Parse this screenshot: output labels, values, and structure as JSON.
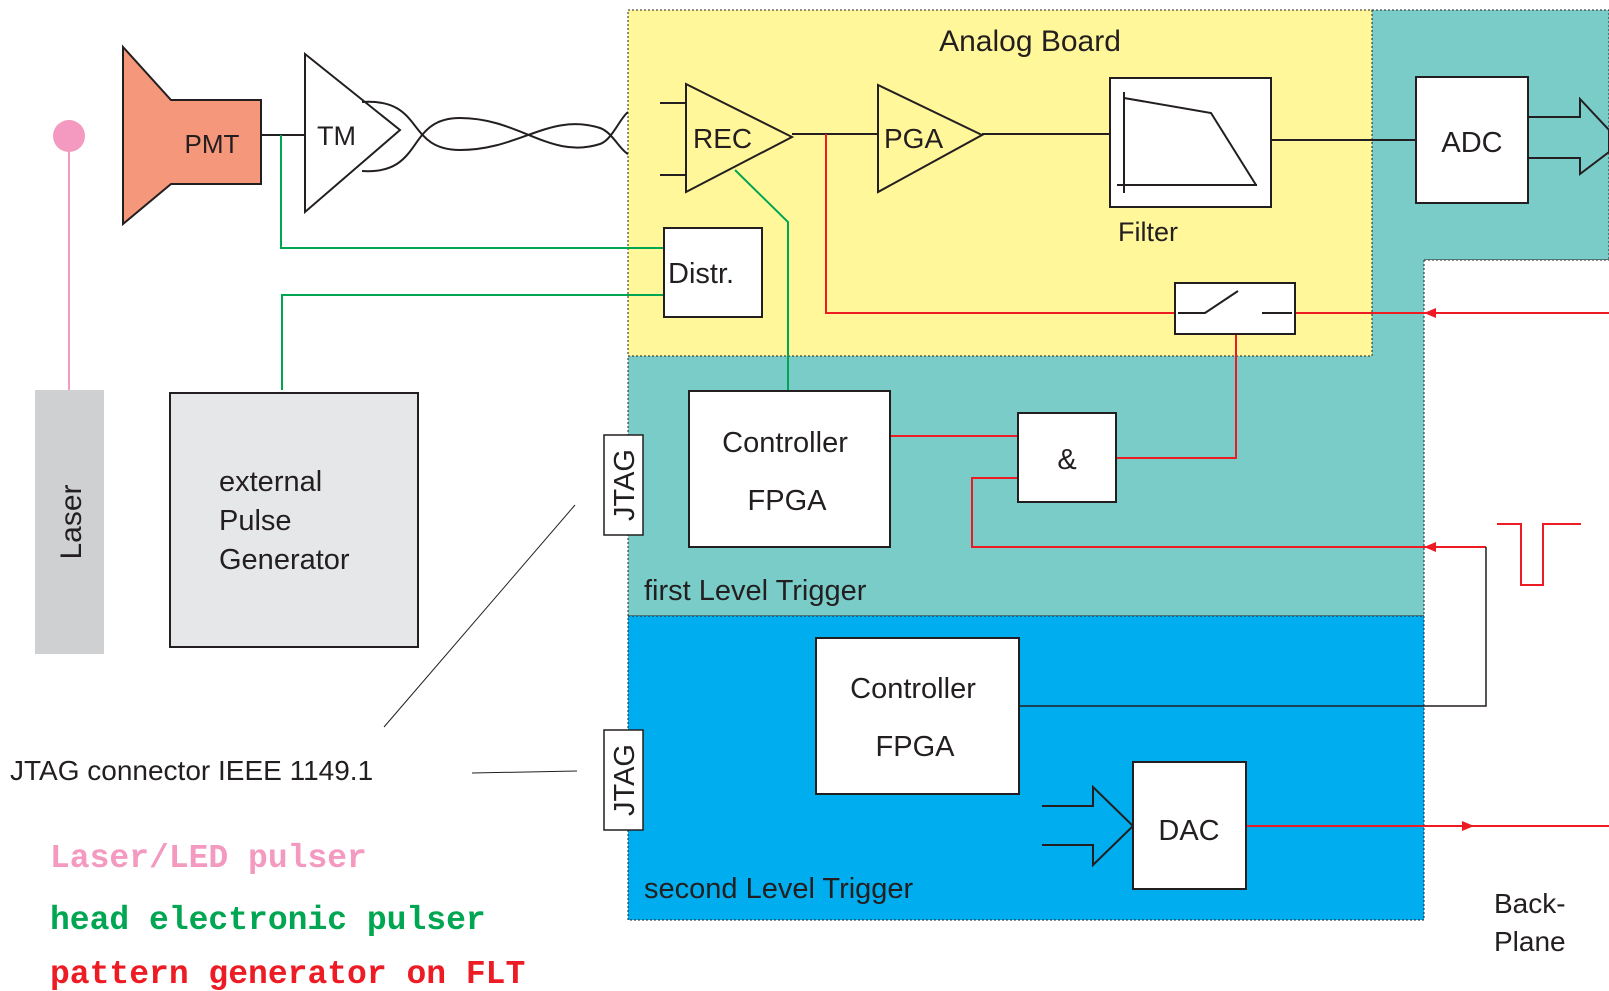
{
  "regions": {
    "analog_board": "Analog Board",
    "first_level_trigger": "first Level Trigger",
    "second_level_trigger": "second Level Trigger",
    "backplane_line1": "Back-",
    "backplane_line2": "Plane"
  },
  "blocks": {
    "pmt": "PMT",
    "tm": "TM",
    "rec": "REC",
    "pga": "PGA",
    "filter": "Filter",
    "adc": "ADC",
    "distr": "Distr.",
    "and_gate": "&",
    "controller_flt_line1": "Controller",
    "controller_flt_line2": "FPGA",
    "controller_slt_line1": "Controller",
    "controller_slt_line2": "FPGA",
    "dac": "DAC",
    "laser": "Laser",
    "pulse_gen_line1": "external",
    "pulse_gen_line2": "Pulse",
    "pulse_gen_line3": "Generator",
    "jtag_top": "JTAG",
    "jtag_bottom": "JTAG"
  },
  "annotations": {
    "jtag_connector": "JTAG connector IEEE 1149.1"
  },
  "legend": [
    {
      "label": "Laser/LED pulser",
      "color": "#f49ac1"
    },
    {
      "label": "head electronic pulser",
      "color": "#00a651"
    },
    {
      "label": "pattern generator on FLT",
      "color": "#ed1c24"
    }
  ],
  "colors": {
    "analog_board": "#fff799",
    "first_level_trigger": "#7accc8",
    "second_level_trigger": "#00aeef",
    "pmt": "#f4977a",
    "laser": "#cfd0d2",
    "pulse_generator": "#e6e7e8",
    "laser_line": "#f49ac1",
    "pulser_line": "#00a651",
    "pattern_line": "#ed1c24"
  }
}
